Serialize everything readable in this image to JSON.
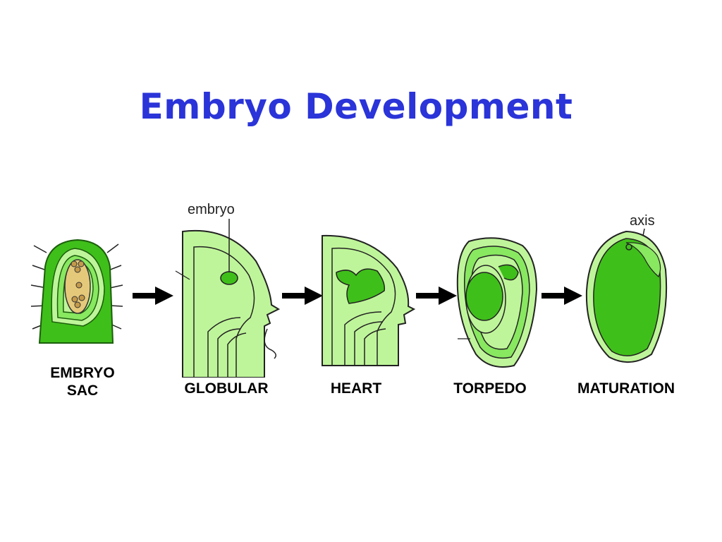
{
  "title": "Embryo Development",
  "stages": [
    {
      "label": "EMBRYO\nSAC"
    },
    {
      "label": "GLOBULAR"
    },
    {
      "label": "HEART"
    },
    {
      "label": "TORPEDO"
    },
    {
      "label": "MATURATION"
    }
  ],
  "callouts": {
    "embryo": "embryo",
    "axis": "axis"
  },
  "colors": {
    "title": "#2a34d8",
    "light_green": "#bff59a",
    "mid_green": "#88e860",
    "dark_green": "#3fbf1a",
    "sac_fill": "#e5c97a"
  }
}
